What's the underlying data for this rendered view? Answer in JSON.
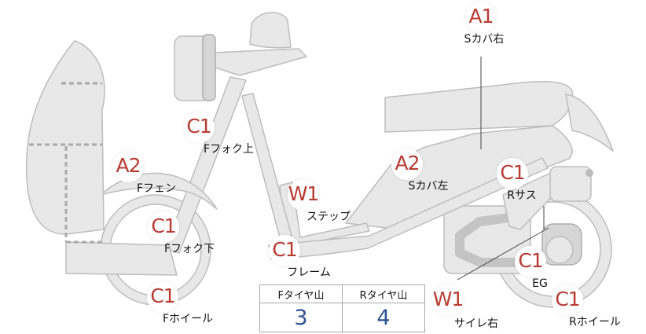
{
  "callouts": [
    {
      "code": "A1",
      "label": "Sカバ右"
    },
    {
      "code": "C1",
      "label": "Fフォク上"
    },
    {
      "code": "A2",
      "label": "Fフェン"
    },
    {
      "code": "A2",
      "label": "Sカバ左"
    },
    {
      "code": "C1",
      "label": "Rサス"
    },
    {
      "code": "W1",
      "label": "ステップ"
    },
    {
      "code": "C1",
      "label": "Fフォク下"
    },
    {
      "code": "C1",
      "label": "フレーム"
    },
    {
      "code": "C1",
      "label": "EG"
    },
    {
      "code": "C1",
      "label": "Fホイール"
    },
    {
      "code": "W1",
      "label": "サイレ右"
    },
    {
      "code": "C1",
      "label": "Rホイール"
    }
  ],
  "tread_table": {
    "headers": [
      "Fタイヤ山",
      "Rタイヤ山"
    ],
    "values": [
      "3",
      "4"
    ]
  },
  "colors": {
    "code_red": "#b83b32",
    "value_blue": "#2d5392",
    "part_fill": "#e8e8e8"
  }
}
